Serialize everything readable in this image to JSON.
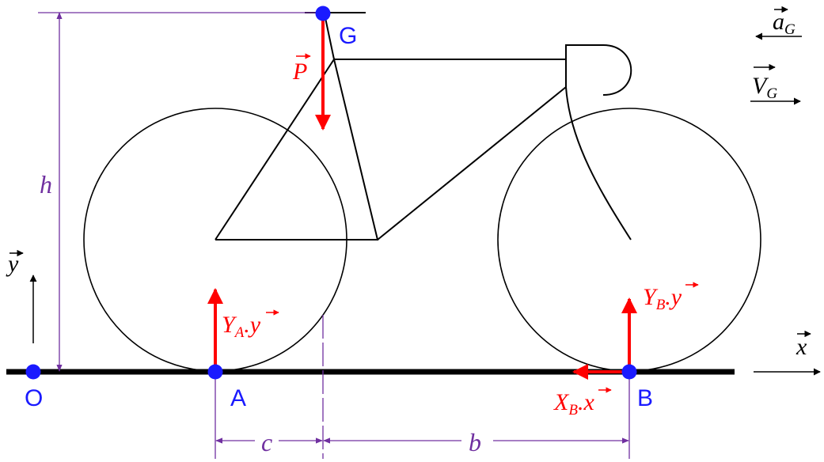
{
  "colors": {
    "point": "#1a1aff",
    "force": "#ff0000",
    "dimension": "#7030a0",
    "frame": "#000000",
    "ground": "#000000"
  },
  "points": {
    "G": "G",
    "O": "O",
    "A": "A",
    "B": "B"
  },
  "forces": {
    "P_label": "P",
    "YA_main": "Y",
    "YA_sub": "A",
    "YA_suffix": ".y",
    "YB_main": "Y",
    "YB_sub": "B",
    "YB_suffix": ".y",
    "XB_main": "X",
    "XB_sub": "B",
    "XB_suffix": ".x"
  },
  "dimensions": {
    "h": "h",
    "c": "c",
    "b": "b"
  },
  "vectors": {
    "x_axis": "x",
    "y_axis": "y",
    "aG_main": "a",
    "aG_sub": "G",
    "VG_main": "V",
    "VG_sub": "G"
  }
}
